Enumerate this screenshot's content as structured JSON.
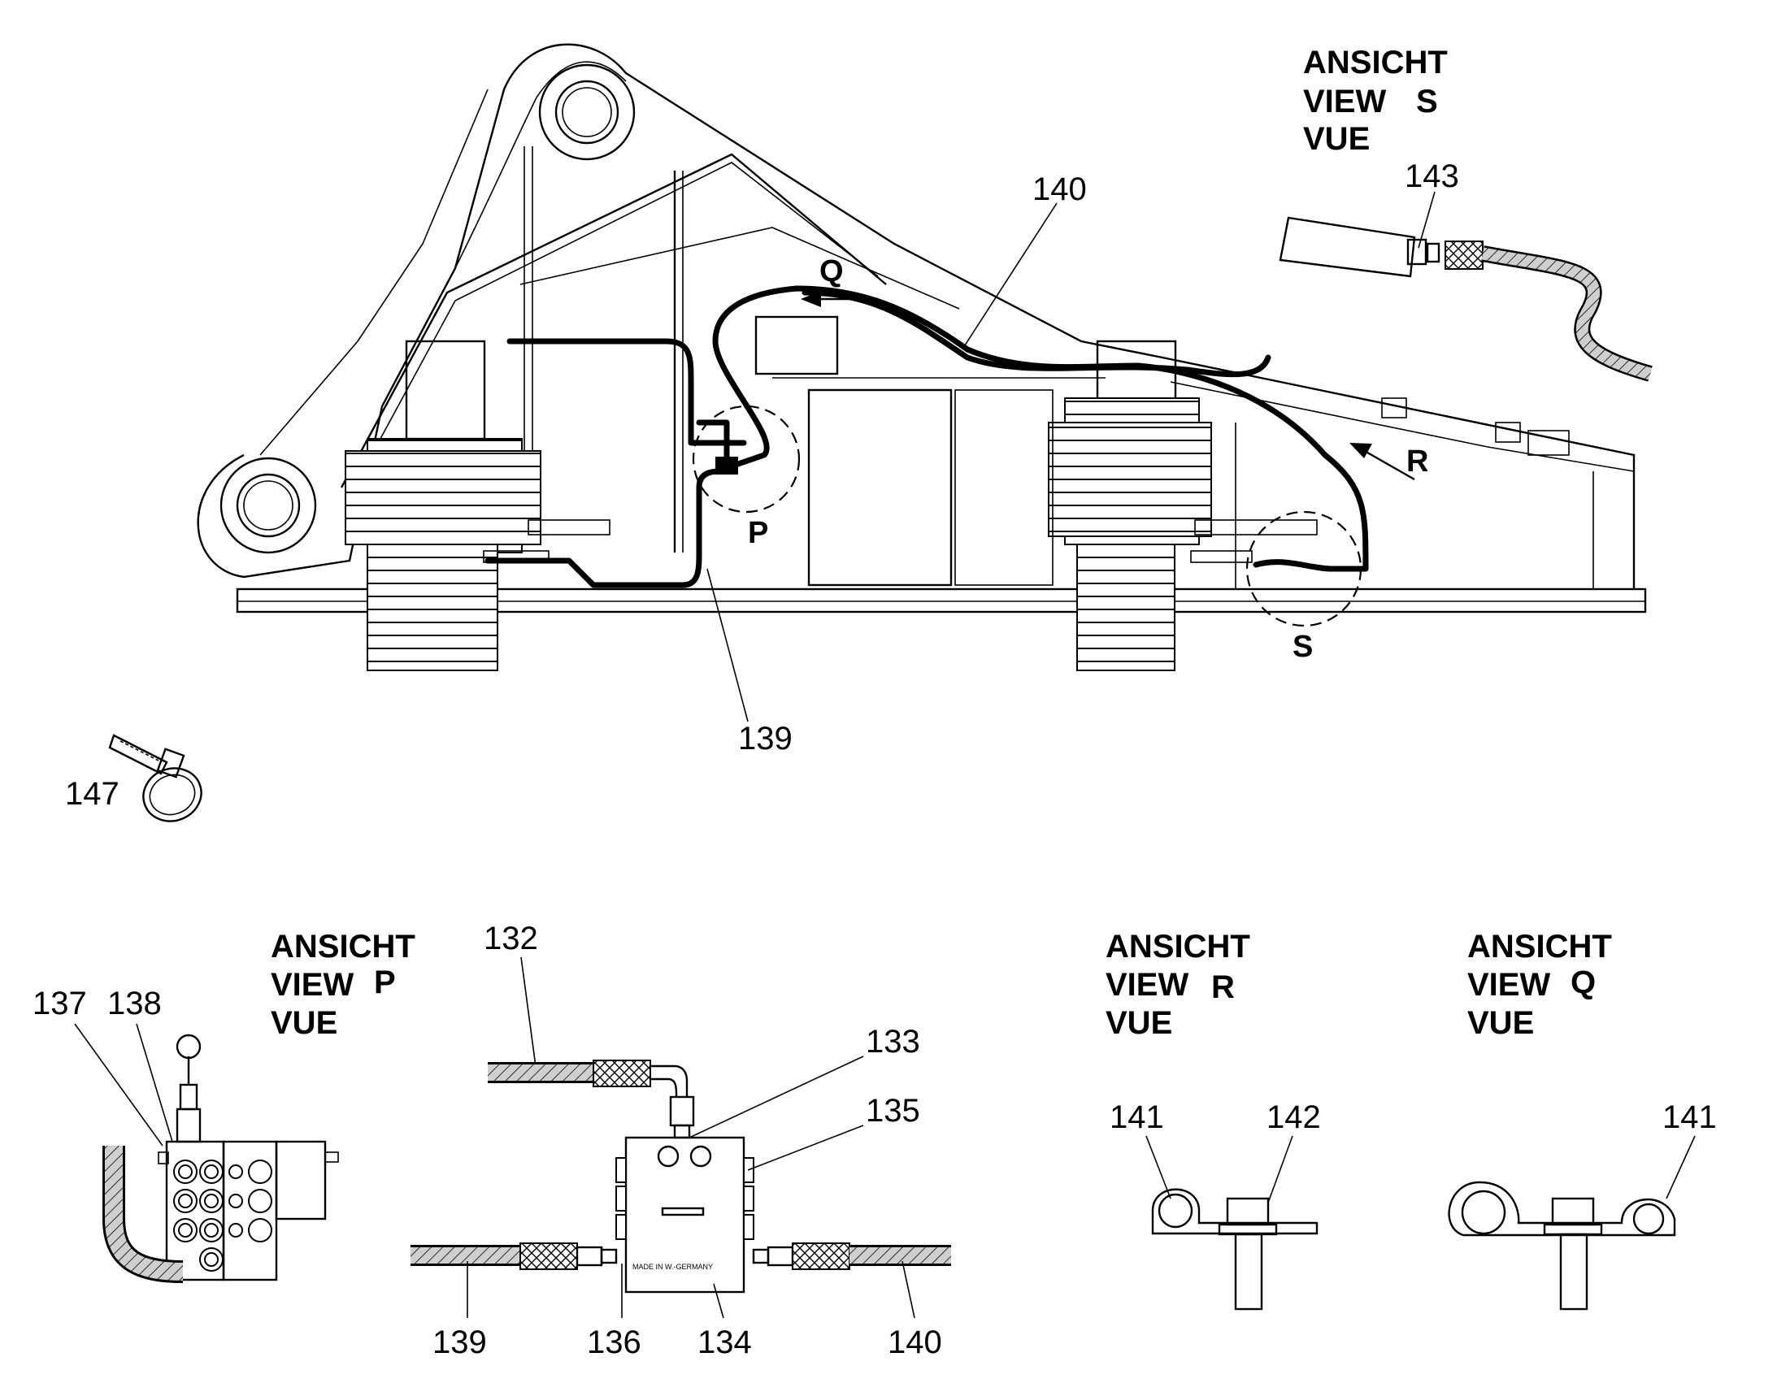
{
  "views": {
    "s": {
      "title_de": "ANSICHT",
      "title_en": "VIEW",
      "title_fr": "VUE",
      "letter": "S"
    },
    "p": {
      "title_de": "ANSICHT",
      "title_en": "VIEW",
      "title_fr": "VUE",
      "letter": "P"
    },
    "r": {
      "title_de": "ANSICHT",
      "title_en": "VIEW",
      "title_fr": "VUE",
      "letter": "R"
    },
    "q": {
      "title_de": "ANSICHT",
      "title_en": "VIEW",
      "title_fr": "VUE",
      "letter": "Q"
    }
  },
  "markers": {
    "p": "P",
    "q": "Q",
    "r": "R",
    "s": "S"
  },
  "parts": {
    "n132": "132",
    "n133": "133",
    "n134": "134",
    "n135": "135",
    "n136": "136",
    "n137": "137",
    "n138": "138",
    "n139": "139",
    "n140": "140",
    "n141": "141",
    "n142": "142",
    "n143": "143",
    "n147": "147"
  },
  "main_labels": {
    "n139": "139",
    "n140": "140"
  },
  "detail_labels": {
    "n139": "139",
    "n140": "140",
    "n141_r": "141",
    "n141_q": "141"
  },
  "block_marking": "MADE IN W.-GERMANY"
}
